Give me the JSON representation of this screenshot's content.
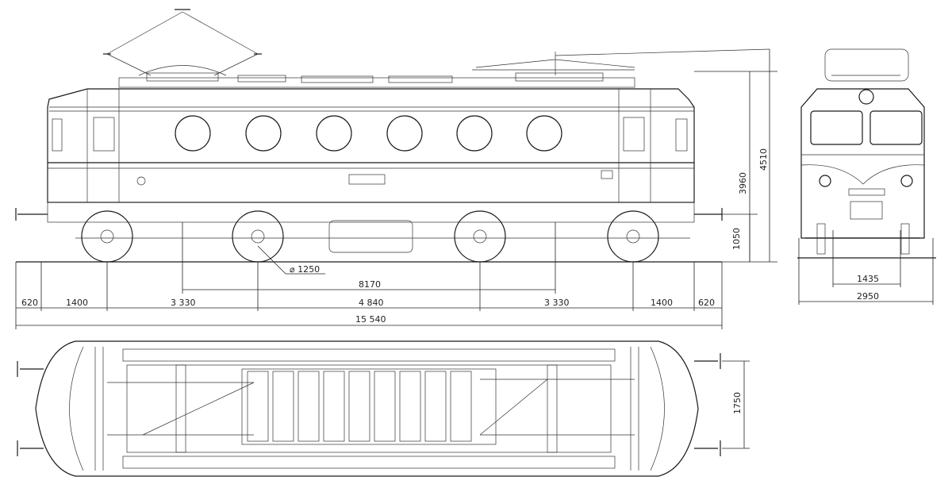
{
  "side_view": {
    "wheel_diameter": "⌀ 1250",
    "bogie_pivot_distance": "8170",
    "overall_length": "15 540",
    "end_overhang_left": "620",
    "end_overhang_right": "620",
    "bogie_wheelbase_left": "1400",
    "bogie_wheelbase_right": "1400",
    "pivot_offset_left": "3 330",
    "pivot_offset_right": "3 330",
    "center_distance": "4 840",
    "height_body": "3960",
    "height_pantograph": "4510",
    "height_buffer": "1050"
  },
  "end_view": {
    "gauge": "1435",
    "overall_width": "2950"
  },
  "plan_view": {
    "buffer_spacing": "1750"
  }
}
